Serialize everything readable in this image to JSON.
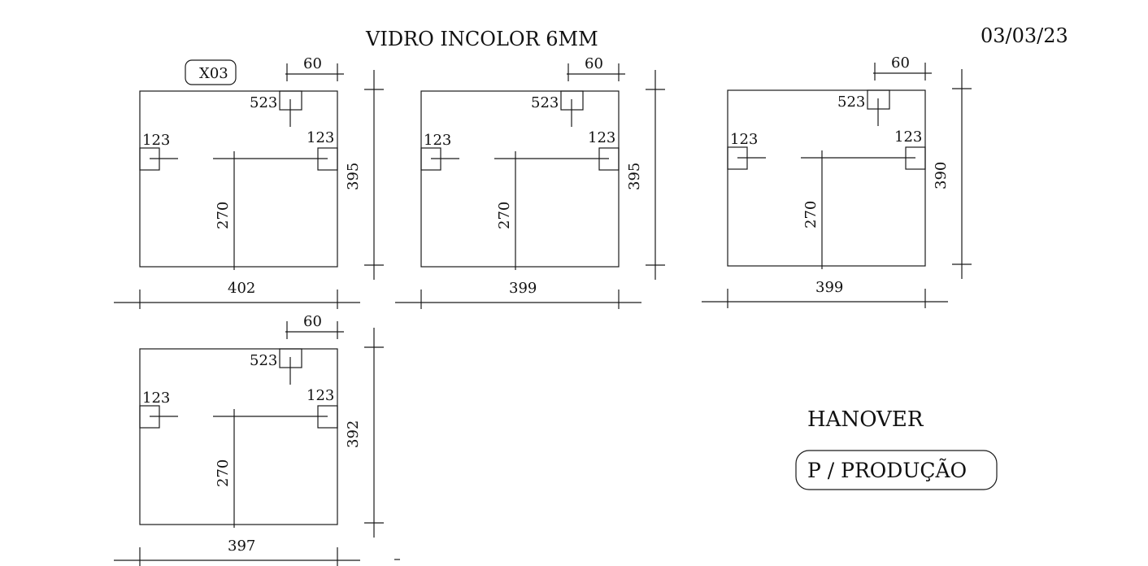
{
  "title": "VIDRO INCOLOR  6MM",
  "date": "03/03/23",
  "tag": "X03",
  "client": "HANOVER",
  "stamp": "P / PRODUÇÃO",
  "panels": [
    {
      "width": "402",
      "height": "395",
      "top_offset": "60",
      "notch_top": "523",
      "notch_left": "123",
      "notch_right": "123",
      "mid_height": "270"
    },
    {
      "width": "399",
      "height": "395",
      "top_offset": "60",
      "notch_top": "523",
      "notch_left": "123",
      "notch_right": "123",
      "mid_height": "270"
    },
    {
      "width": "399",
      "height": "390",
      "top_offset": "60",
      "notch_top": "523",
      "notch_left": "123",
      "notch_right": "123",
      "mid_height": "270"
    },
    {
      "width": "397",
      "height": "392",
      "top_offset": "60",
      "notch_top": "523",
      "notch_left": "123",
      "notch_right": "123",
      "mid_height": "270"
    }
  ]
}
